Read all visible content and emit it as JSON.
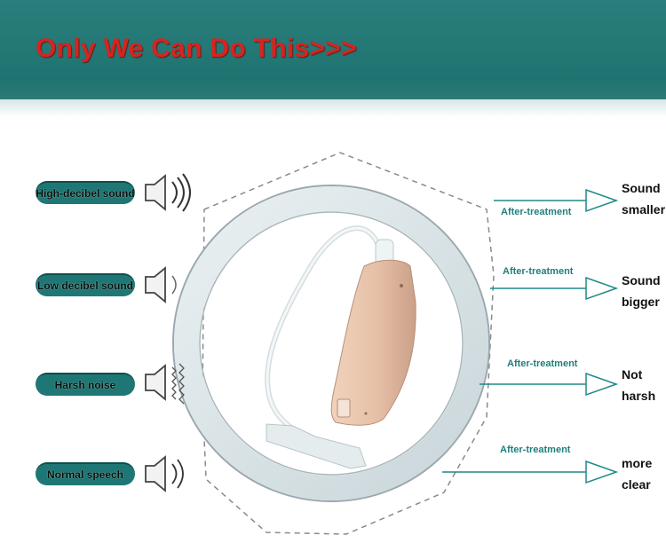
{
  "banner": {
    "title": "Only We Can Do This>>>"
  },
  "inputs": [
    {
      "label": "High-decibel sound",
      "icon": "loud-speaker-icon"
    },
    {
      "label": "Low decibel sound",
      "icon": "quiet-speaker-icon"
    },
    {
      "label": "Harsh noise",
      "icon": "noisy-speaker-icon"
    },
    {
      "label": "Normal speech",
      "icon": "speaker-icon"
    }
  ],
  "outputs": [
    {
      "after": "After-treatment",
      "line1": "Sound",
      "line2": "smaller"
    },
    {
      "after": "After-treatment",
      "line1": "Sound",
      "line2": "bigger"
    },
    {
      "after": "After-treatment",
      "line1": "Not",
      "line2": "harsh"
    },
    {
      "after": "After-treatment",
      "line1": "more",
      "line2": "clear"
    }
  ],
  "product": {
    "icon": "hearing-aid-icon"
  },
  "colors": {
    "accent": "#1f7775",
    "title": "#d8231e",
    "device": "#e8c2aa"
  }
}
